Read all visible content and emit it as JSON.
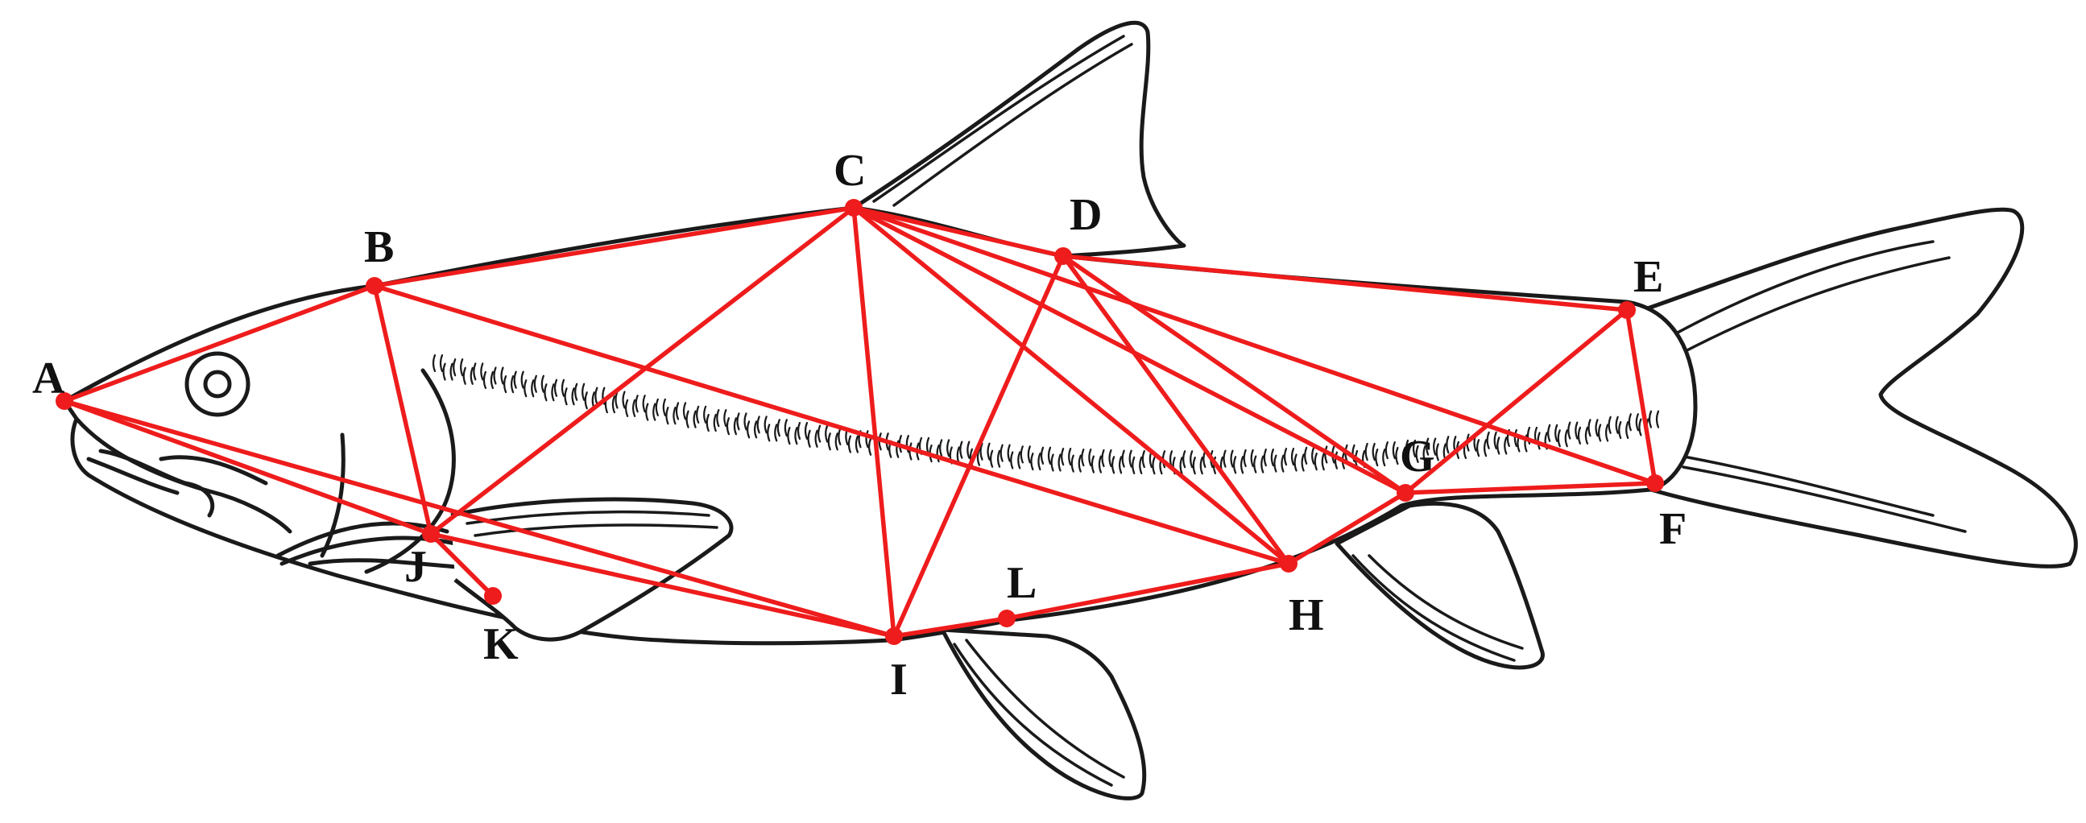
{
  "colors": {
    "outline": "#1a1a1a",
    "truss": "#ee1c1c",
    "background": "#ffffff"
  },
  "landmarks": [
    {
      "id": "A",
      "label": "A"
    },
    {
      "id": "B",
      "label": "B"
    },
    {
      "id": "C",
      "label": "C"
    },
    {
      "id": "D",
      "label": "D"
    },
    {
      "id": "E",
      "label": "E"
    },
    {
      "id": "F",
      "label": "F"
    },
    {
      "id": "G",
      "label": "G"
    },
    {
      "id": "H",
      "label": "H"
    },
    {
      "id": "I",
      "label": "I"
    },
    {
      "id": "J",
      "label": "J"
    },
    {
      "id": "K",
      "label": "K"
    },
    {
      "id": "L",
      "label": "L"
    }
  ],
  "connections": [
    [
      "A",
      "B"
    ],
    [
      "B",
      "C"
    ],
    [
      "C",
      "D"
    ],
    [
      "D",
      "E"
    ],
    [
      "E",
      "F"
    ],
    [
      "F",
      "G"
    ],
    [
      "G",
      "H"
    ],
    [
      "H",
      "L"
    ],
    [
      "L",
      "I"
    ],
    [
      "A",
      "J"
    ],
    [
      "A",
      "I"
    ],
    [
      "B",
      "J"
    ],
    [
      "B",
      "H"
    ],
    [
      "C",
      "J"
    ],
    [
      "C",
      "I"
    ],
    [
      "C",
      "G"
    ],
    [
      "C",
      "H"
    ],
    [
      "C",
      "F"
    ],
    [
      "D",
      "I"
    ],
    [
      "D",
      "G"
    ],
    [
      "D",
      "H"
    ],
    [
      "E",
      "G"
    ],
    [
      "J",
      "I"
    ],
    [
      "J",
      "K"
    ]
  ]
}
